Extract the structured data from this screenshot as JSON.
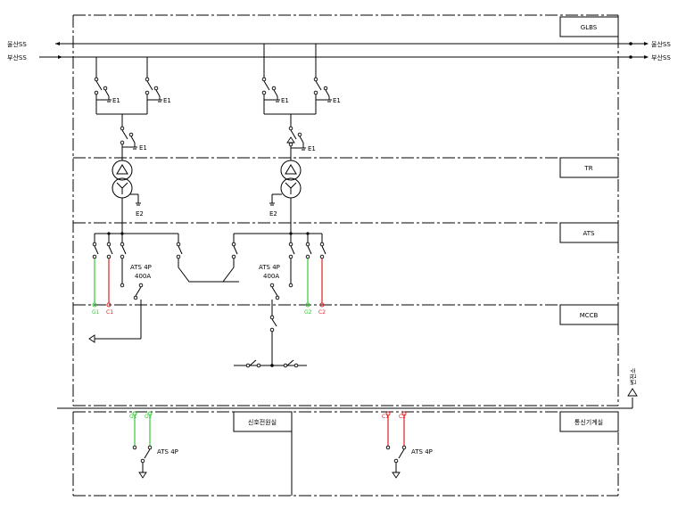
{
  "section_labels": {
    "glbs": "GLBS",
    "tr": "TR",
    "ats": "ATS",
    "mccb": "MCCB",
    "signal_room": "신호전원실",
    "comm_room": "통신기계실"
  },
  "feeders": {
    "ulsan_left": "울산SS",
    "busan_left": "부산SS",
    "ulsan_right": "울산SS",
    "busan_right": "부산SS"
  },
  "switch_labels": {
    "e1": "E1",
    "e2": "E2"
  },
  "ats_labels": {
    "ats_4p": "ATS 4P",
    "rating": "400A"
  },
  "terminal_tags": {
    "g1": "G1",
    "c1": "C1",
    "g2": "G2",
    "c2": "C2"
  },
  "side_label": "변전소",
  "colors": {
    "line": "#000000",
    "green": "#33cc33",
    "red": "#dd2222"
  }
}
